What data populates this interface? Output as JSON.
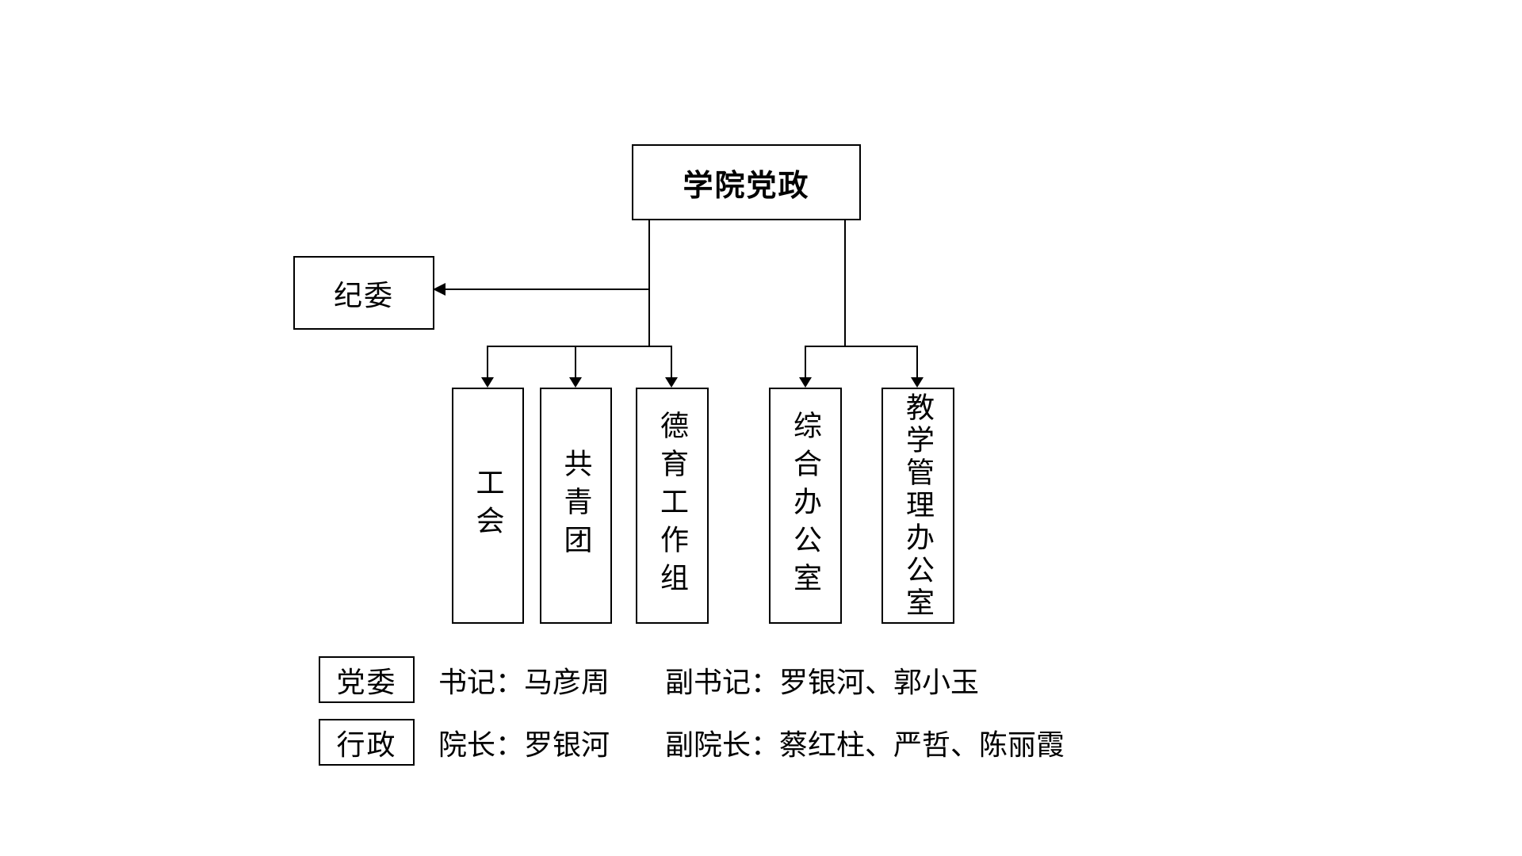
{
  "diagram": {
    "title_note": "college party-government organization chart",
    "root": {
      "label": "学院党政"
    },
    "discipline": {
      "label": "纪委"
    },
    "departments": [
      {
        "label": "工会"
      },
      {
        "label": "共青团"
      },
      {
        "label": "德育工作组"
      },
      {
        "label": "综合办公室"
      },
      {
        "label": "教学管理办公室"
      }
    ]
  },
  "legend": {
    "rows": [
      {
        "category": "党委",
        "primary": "书记：马彦周",
        "secondary": "副书记：罗银河、郭小玉"
      },
      {
        "category": "行政",
        "primary": "院长：罗银河",
        "secondary": "副院长：蔡红柱、严哲、陈丽霞"
      }
    ]
  },
  "colors": {
    "background": "#ffffff",
    "line": "#000000",
    "text": "#000000"
  }
}
